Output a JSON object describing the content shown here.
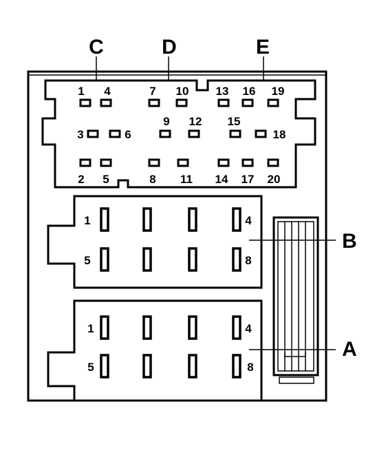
{
  "section_labels": {
    "c": "C",
    "d": "D",
    "e": "E",
    "b": "B",
    "a": "A"
  },
  "top_pins": [
    "1",
    "2",
    "3",
    "4",
    "5",
    "6",
    "7",
    "8",
    "9",
    "10",
    "11",
    "12",
    "13",
    "14",
    "15",
    "16",
    "17",
    "18",
    "19",
    "20"
  ],
  "connector_b_pins": [
    "1",
    "4",
    "5",
    "8"
  ],
  "connector_a_pins": [
    "1",
    "4",
    "5",
    "8"
  ]
}
